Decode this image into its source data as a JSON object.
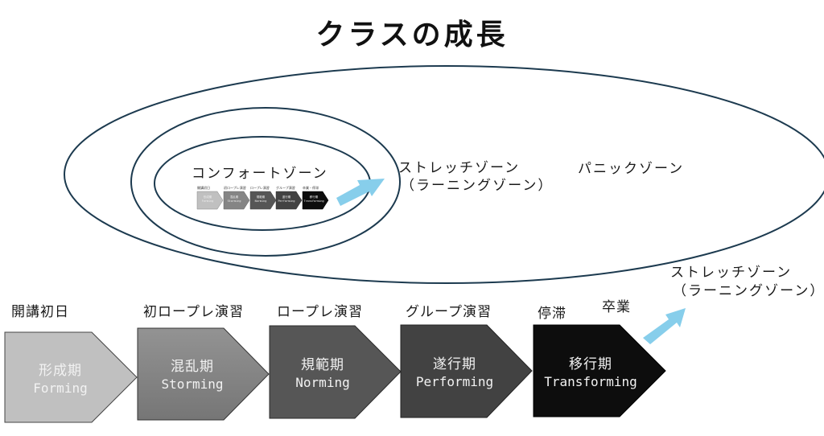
{
  "title": "クラスの成長",
  "zones": {
    "comfort": "コンフォートゾーン",
    "stretch_line1": "ストレッチゾーン",
    "stretch_line2": "（ラーニングゾーン）",
    "panic": "パニックゾーン"
  },
  "outside_target": {
    "line1": "ストレッチゾーン",
    "line2": "（ラーニングゾーン）"
  },
  "stages": [
    {
      "caption": "開講初日",
      "jp": "形成期",
      "en": "Forming",
      "color": "#c0c0c0"
    },
    {
      "caption": "初ロープレ演習",
      "jp": "混乱期",
      "en": "Storming",
      "color": "#858585"
    },
    {
      "caption": "ロープレ演習",
      "jp": "規範期",
      "en": "Norming",
      "color": "#565656"
    },
    {
      "caption": "グループ演習",
      "jp": "遂行期",
      "en": "Performing",
      "color": "#424242"
    },
    {
      "caption": "停滞",
      "jp": "移行期",
      "en": "Transforming",
      "color": "#0d0d0d"
    }
  ],
  "extra_caption": "卒業",
  "mini_stages": [
    {
      "caption": "開講初日",
      "jp": "形成期",
      "en": "Forming"
    },
    {
      "caption": "初ロープレ演習",
      "jp": "混乱期",
      "en": "Storming"
    },
    {
      "caption": "ロープレ演習",
      "jp": "規範期",
      "en": "Norming"
    },
    {
      "caption": "グループ演習",
      "jp": "遂行期",
      "en": "Performing"
    },
    {
      "caption": "卒業・停滞",
      "jp": "移行期",
      "en": "Transforming"
    }
  ],
  "colors": {
    "ellipse_stroke": "#1c3a4f",
    "arrow": "#87ceeb"
  }
}
